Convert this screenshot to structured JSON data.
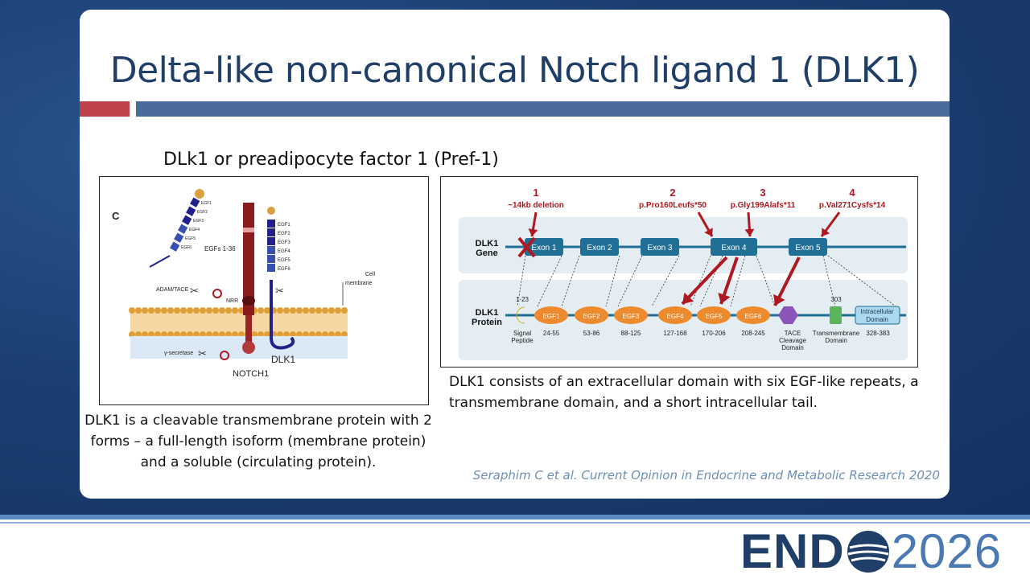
{
  "slide": {
    "title": "Delta-like non-canonical Notch ligand 1 (DLK1)",
    "subtitle": "DLk1 or preadipocyte factor 1 (Pref-1)",
    "caption_left": "DLK1 is a cleavable transmembrane protein with 2 forms – a full-length isoform (membrane protein) and a soluble (circulating protein).",
    "caption_right": "DLK1 consists of an extracellular domain with six EGF-like repeats, a transmembrane domain, and a short intracellular tail.",
    "citation": "Seraphim C et al. Current Opinion in Endocrine and Metabolic Research 2020"
  },
  "figure_left": {
    "panel": "C",
    "egfs_label": "EGFs 1-36",
    "egf_labels": [
      "EGF1",
      "EGF2",
      "EGF3",
      "EGF4",
      "EGF5",
      "EGF6"
    ],
    "soluble_egf_labels": [
      "EGF1",
      "EGF2",
      "EGF3",
      "EGF4",
      "EGF5",
      "EGF6"
    ],
    "adam_label": "ADAM/TACE",
    "nrr_label": "NRR",
    "gamma_label": "γ-secretase",
    "cell_label_1": "Cell",
    "cell_label_2": "membrane",
    "notch_label": "NOTCH1",
    "dlk_label": "DLK1"
  },
  "figure_right": {
    "gene_label_1": "DLK1",
    "gene_label_2": "Gene",
    "protein_label_1": "DLK1",
    "protein_label_2": "Protein",
    "exons": [
      "Exon 1",
      "Exon 2",
      "Exon 3",
      "Exon 4",
      "Exon 5"
    ],
    "variants": [
      {
        "num": "1",
        "label": "~14kb deletion"
      },
      {
        "num": "2",
        "label": "p.Pro160Leufs*50"
      },
      {
        "num": "3",
        "label": "p.Gly199Alafs*11"
      },
      {
        "num": "4",
        "label": "p.Val271Cysfs*14"
      }
    ],
    "egfs": [
      "EGF1",
      "EGF2",
      "EGF3",
      "EGF4",
      "EGF5",
      "EGF6"
    ],
    "ranges": [
      "24-55",
      "53-86",
      "88-125",
      "127-168",
      "170-206",
      "208-245"
    ],
    "signal_range": "1-23",
    "signal_1": "Signal",
    "signal_2": "Peptide",
    "tace_1": "TACE",
    "tace_2": "Cleavage",
    "tace_3": "Domain",
    "tm_num": "303",
    "tm_1": "Transmembrane",
    "tm_2": "Domain",
    "ic_1": "Intracellular",
    "ic_2": "Domain",
    "ic_range": "328-383"
  },
  "footer": {
    "logo_end": "END",
    "logo_year": "2026"
  },
  "colors": {
    "title": "#1f3e68",
    "accent_red": "#c0434b",
    "accent_blue": "#4a6b9b",
    "variant_red": "#b0181f",
    "exon_blue": "#1f6f96",
    "egf_orange": "#ee8a2e"
  }
}
